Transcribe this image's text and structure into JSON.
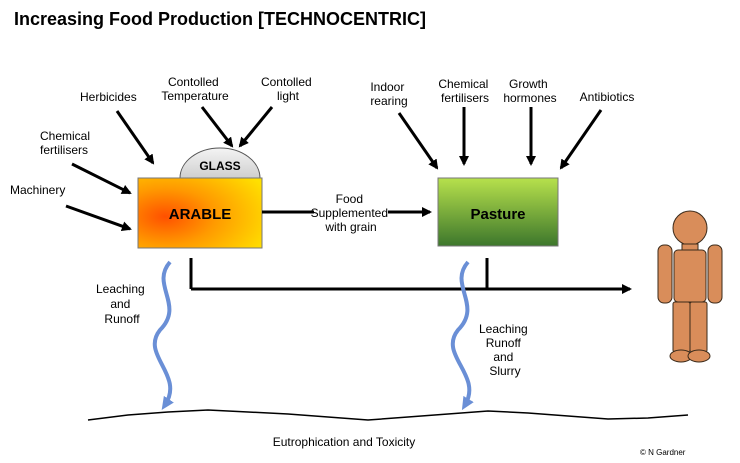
{
  "title": "Increasing Food Production [TECHNOCENTRIC]",
  "nodes": {
    "arable": "ARABLE",
    "pasture": "Pasture",
    "glass": "GLASS"
  },
  "inputs_arable": {
    "machinery": "Machinery",
    "chemical_fertilisers": [
      "Chemical",
      "fertilisers"
    ],
    "herbicides": "Herbicides",
    "controlled_temperature": [
      "Contolled",
      "Temperature"
    ],
    "controlled_light": [
      "Contolled",
      "light"
    ]
  },
  "inputs_pasture": {
    "indoor_rearing": [
      "Indoor",
      "rearing"
    ],
    "chemical_fertilisers": [
      "Chemical",
      "fertilisers"
    ],
    "growth_hormones": [
      "Growth",
      "hormones"
    ],
    "antibiotics": "Antibiotics"
  },
  "flow_label": [
    "Food",
    "Supplemented",
    "with grain"
  ],
  "leaching_arable": [
    "Leaching",
    "and",
    "Runoff"
  ],
  "leaching_pasture": [
    "Leaching",
    "Runoff",
    "and",
    "Slurry"
  ],
  "ground_label": "Eutrophication and Toxicity",
  "credit": "© N Gardner",
  "colors": {
    "arable_center": "#ff5a00",
    "arable_edge": "#ffd400",
    "pasture_top": "#b6e04a",
    "pasture_bottom": "#3f7a2e",
    "leach_arrow": "#6a8fd6",
    "person": "#d98d5a"
  }
}
